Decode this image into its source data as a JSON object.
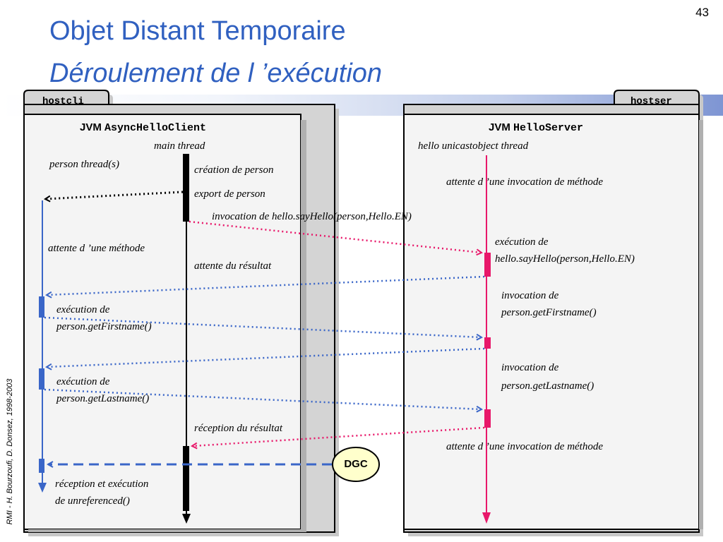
{
  "slide_number": "43",
  "title_line1": "Objet Distant Temporaire",
  "title_line2": "Déroulement de l ’exécution",
  "footer": "RMI - H. Bourzoufi, D. Donsez, 1998-2003",
  "hosts": {
    "client": "hostcli",
    "server": "hostser"
  },
  "client_jvm": {
    "prefix": "JVM",
    "class": "AsyncHelloClient"
  },
  "server_jvm": {
    "prefix": "JVM",
    "class": "HelloServer"
  },
  "threads": {
    "main": "main thread",
    "person": "person thread(s)",
    "server": "hello unicastobject thread"
  },
  "labels": {
    "creation": "création de person",
    "export": "export de person",
    "invocation_hello": "invocation de hello.sayHello(person,Hello.EN)",
    "attente_methode_client": "attente d ’une méthode",
    "attente_resultat": "attente du résultat",
    "attente_invocation_1": "attente d ’une invocation de méthode",
    "execution_hello_1": "exécution de",
    "execution_hello_2": "hello.sayHello(person,Hello.EN)",
    "invocation_first_1": "invocation de",
    "invocation_first_2": "person.getFirstname()",
    "exec_first_1": "exécution de",
    "exec_first_2": "person.getFirstname()",
    "invocation_last_1": "invocation de",
    "invocation_last_2": "person.getLastname()",
    "exec_last_1": "exécution de",
    "exec_last_2": "person.getLastname()",
    "reception_resultat": "réception du résultat",
    "attente_invocation_2": "attente d ’une invocation de méthode",
    "reception_exec_1": "réception et exécution",
    "reception_exec_2": "de unreferenced()"
  },
  "dgc": "DGC",
  "colors": {
    "title": "#3060c0",
    "client_thread": "#3a66c8",
    "server_thread": "#e8186a",
    "main_thread": "#000000",
    "dgc_fill": "#ffffcc"
  }
}
